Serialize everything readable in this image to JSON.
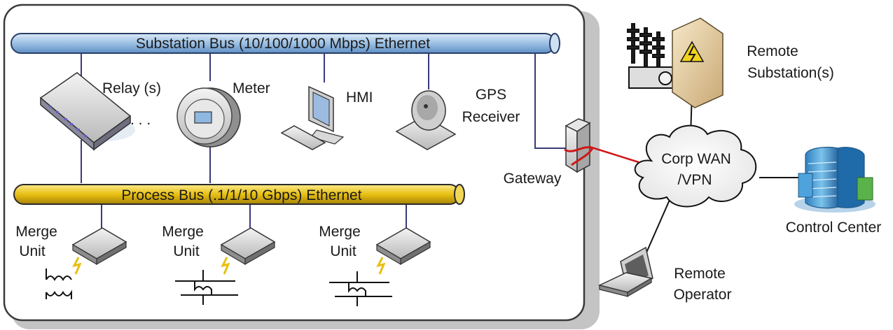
{
  "buses": {
    "substation": "Substation Bus (10/100/1000 Mbps) Ethernet",
    "process": "Process Bus (.1/1/10 Gbps) Ethernet"
  },
  "devices": {
    "relay": "Relay (s)",
    "ellipsis": ". . .",
    "meter": "Meter",
    "hmi": "HMI",
    "gps_line1": "GPS",
    "gps_line2": "Receiver",
    "gateway": "Gateway"
  },
  "merge_units": [
    {
      "line1": "Merge",
      "line2": "Unit"
    },
    {
      "line1": "Merge",
      "line2": "Unit"
    },
    {
      "line1": "Merge",
      "line2": "Unit"
    }
  ],
  "external": {
    "remote_substation_line1": "Remote",
    "remote_substation_line2": "Substation(s)",
    "wan_line1": "Corp WAN",
    "wan_line2": "/VPN",
    "control_center": "Control Center",
    "remote_operator_line1": "Remote",
    "remote_operator_line2": "Operator"
  },
  "colors": {
    "substation_bus": "#9cc0e4",
    "process_bus": "#e8c012",
    "link": "#3a3a7a",
    "gateway_link": "#d01818"
  }
}
